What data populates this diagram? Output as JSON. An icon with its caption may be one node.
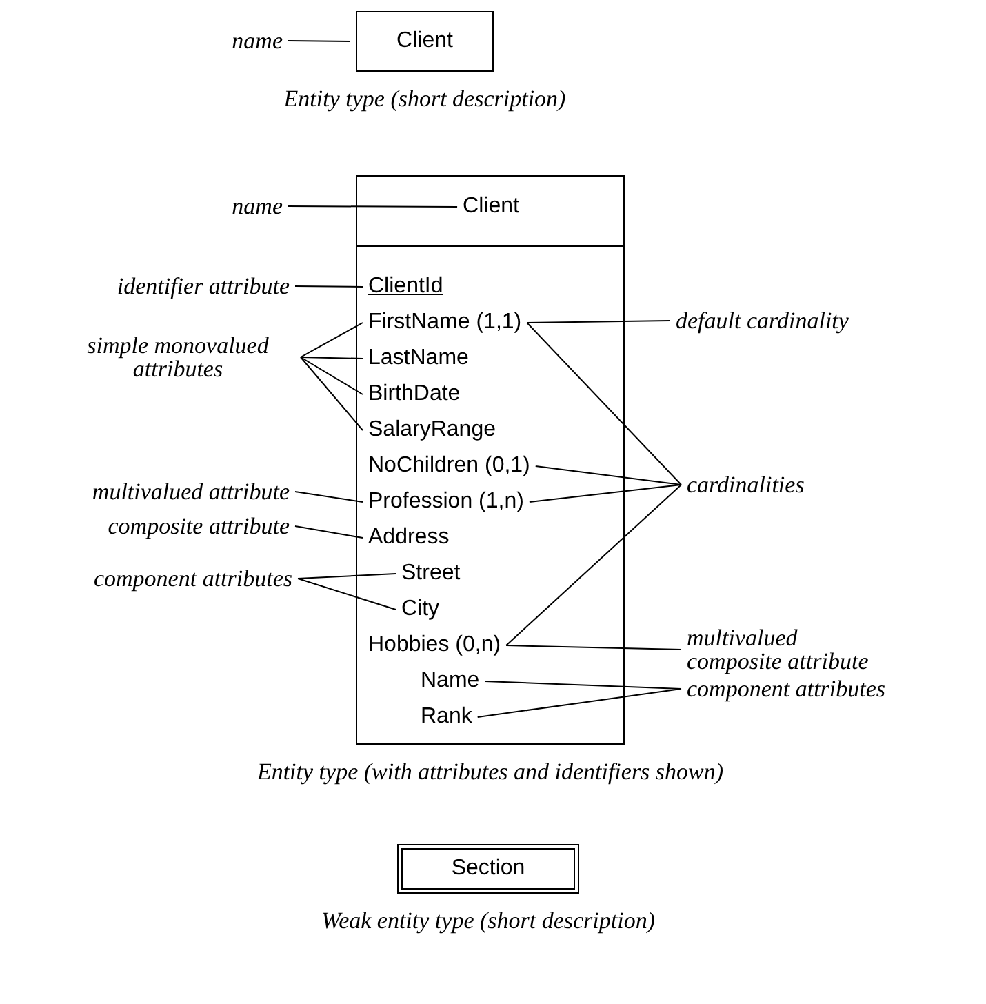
{
  "diagram": {
    "nodes": [
      {
        "text": [
          "name"
        ]
      },
      {
        "text": [
          "Client"
        ],
        "beside": [
          "Entity type (short description)"
        ]
      },
      {
        "text": [
          "name"
        ]
      },
      {
        "text": [],
        "shape": "box",
        "beside": [
          "Entity type (with attributes and identifiers shown)"
        ]
      },
      {
        "text": [
          "Client"
        ],
        "in": 3
      },
      {
        "text": [
          "ClientId"
        ],
        "in": 3
      },
      {
        "text": [
          "FirstName (1,1)"
        ],
        "in": 3
      },
      {
        "text": [
          "LastName"
        ],
        "in": 3
      },
      {
        "text": [
          "BirthDate"
        ],
        "in": 3
      },
      {
        "text": [
          "SalaryRange"
        ],
        "in": 3
      },
      {
        "text": [
          "NoChildren (0,1)"
        ],
        "in": 3
      },
      {
        "text": [
          "Profession (1,n)"
        ],
        "in": 3
      },
      {
        "text": [
          "Address"
        ],
        "in": 3
      },
      {
        "text": [
          "Street"
        ],
        "in": 3
      },
      {
        "text": [
          "City"
        ],
        "in": 3
      },
      {
        "text": [
          "Hobbies (0,n)"
        ],
        "in": 3
      },
      {
        "text": [
          "Name"
        ],
        "in": 3
      },
      {
        "text": [
          "Rank"
        ],
        "in": 3
      },
      {
        "text": [
          "identifier attribute"
        ]
      },
      {
        "text": [
          "simple monovalued attributes"
        ]
      },
      {
        "text": [
          "multivalued attribute"
        ]
      },
      {
        "text": [
          "composite attribute"
        ]
      },
      {
        "text": [
          "component attributes"
        ]
      },
      {
        "text": [
          "default cardinality"
        ]
      },
      {
        "text": [
          "cardinalities"
        ]
      },
      {
        "text": [
          "multivalued composite attribute"
        ]
      },
      {
        "text": [
          "component attributes"
        ]
      },
      {
        "text": [
          "Section"
        ],
        "beside": [
          "Weak entity type (short description)"
        ]
      }
    ],
    "edges": [
      {
        "from": 0,
        "to": 1,
        "arrow": "none"
      },
      {
        "from": 2,
        "to": 4,
        "arrow": "none"
      },
      {
        "from": 18,
        "to": 5,
        "arrow": "none"
      },
      {
        "from": 19,
        "to": 6,
        "arrow": "none"
      },
      {
        "from": 19,
        "to": 7,
        "arrow": "none"
      },
      {
        "from": 19,
        "to": 8,
        "arrow": "none"
      },
      {
        "from": 19,
        "to": 9,
        "arrow": "none"
      },
      {
        "from": 20,
        "to": 11,
        "arrow": "none"
      },
      {
        "from": 21,
        "to": 12,
        "arrow": "none"
      },
      {
        "from": 22,
        "to": 13,
        "arrow": "none"
      },
      {
        "from": 22,
        "to": 14,
        "arrow": "none"
      },
      {
        "from": 23,
        "to": 6,
        "arrow": "none"
      },
      {
        "from": 24,
        "to": 6,
        "arrow": "none"
      },
      {
        "from": 24,
        "to": 10,
        "arrow": "none"
      },
      {
        "from": 24,
        "to": 11,
        "arrow": "none"
      },
      {
        "from": 24,
        "to": 15,
        "arrow": "none"
      },
      {
        "from": 25,
        "to": 15,
        "arrow": "none"
      },
      {
        "from": 26,
        "to": 16,
        "arrow": "none"
      },
      {
        "from": 26,
        "to": 17,
        "arrow": "none"
      }
    ]
  }
}
